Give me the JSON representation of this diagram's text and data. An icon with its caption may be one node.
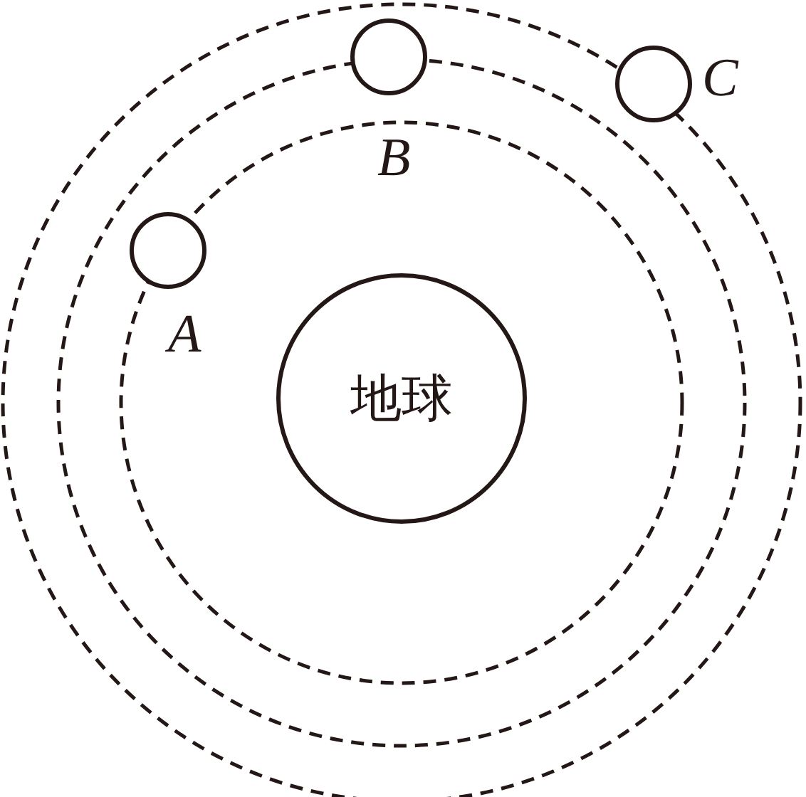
{
  "diagram": {
    "nodes": [
      {
        "text": [],
        "shape": "circle",
        "beside": [
          "A"
        ]
      },
      {
        "text": [],
        "shape": "circle",
        "beside": [
          "B"
        ]
      },
      {
        "text": [],
        "shape": "circle",
        "beside": [
          "C"
        ]
      },
      {
        "text": [
          "地球"
        ]
      }
    ]
  }
}
